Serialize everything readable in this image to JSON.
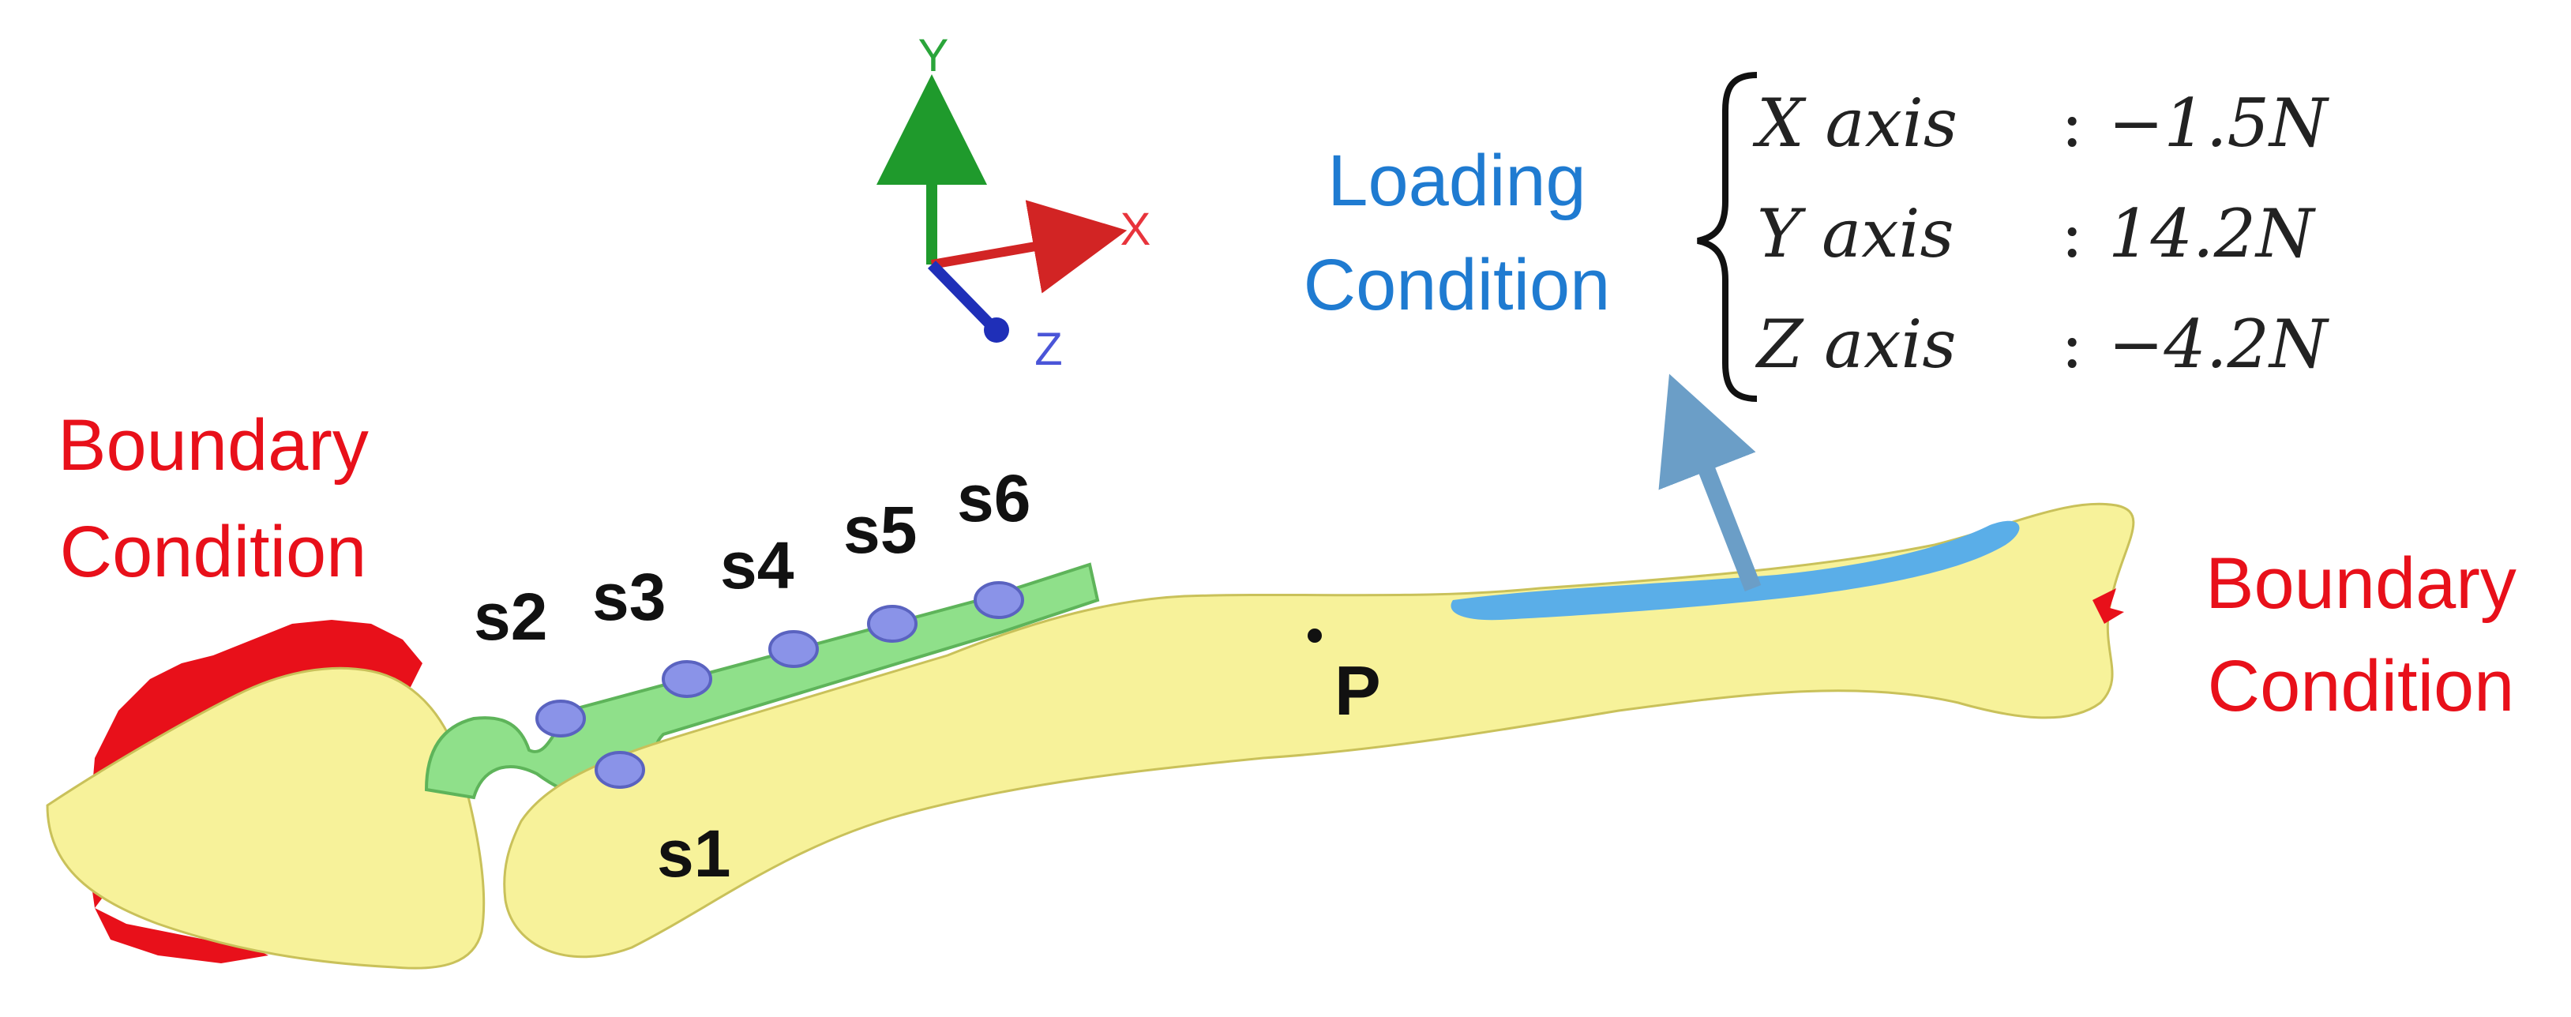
{
  "colors": {
    "boundary_red": "#e8101a",
    "loading_blue": "#1f7bd1",
    "bone_fill": "#f7f29a",
    "bone_stroke": "#c9c15a",
    "plate_fill": "#8fe08a",
    "screw_fill": "#8a93e8",
    "axis_x": "#d22424",
    "axis_y": "#1f9a2c",
    "axis_z": "#1f2fb8",
    "axis_label_x": "#e8343c",
    "axis_label_y": "#2aa53a",
    "axis_label_z": "#4a55d8",
    "load_region": "#5aaee8",
    "load_arrow": "#6b9ec7"
  },
  "axes": {
    "x_label": "X",
    "y_label": "Y",
    "z_label": "Z"
  },
  "labels": {
    "boundary_left_line1": "Boundary",
    "boundary_left_line2": "Condition",
    "boundary_right_line1": "Boundary",
    "boundary_right_line2": "Condition",
    "loading_line1": "Loading",
    "loading_line2": "Condition",
    "point_p": "P"
  },
  "loads": [
    {
      "axis_text": "X axis",
      "value_text": "−1.5N"
    },
    {
      "axis_text": "Y axis",
      "value_text": "14.2N"
    },
    {
      "axis_text": "Z axis",
      "value_text": "−4.2N"
    }
  ],
  "screws": [
    "s1",
    "s2",
    "s3",
    "s4",
    "s5",
    "s6"
  ]
}
